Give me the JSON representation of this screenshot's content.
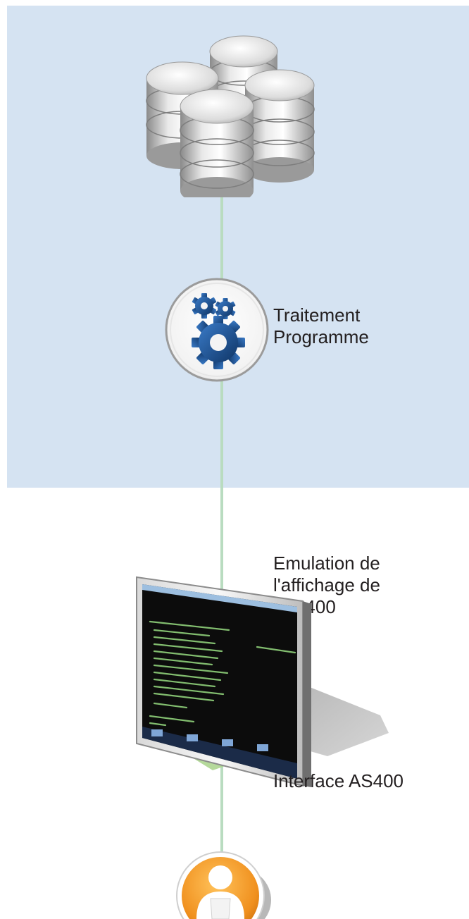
{
  "diagram": {
    "process_label_lines": [
      "Traitement",
      "Programme"
    ],
    "emulation_label_lines": [
      "Emulation de",
      "l'affichage de",
      "l'AS400"
    ],
    "interface_label": "Interface AS400"
  },
  "icons": {
    "database": "database-cylinders-icon",
    "process": "gears-icon",
    "display": "monitor-icon",
    "user": "user-icon"
  },
  "colors": {
    "band": "#d5e3f2",
    "connector": "#b9dcc0",
    "gear": "#1d4f8c",
    "user_badge": "#f0901e",
    "screen": "#0c0c0c",
    "screen_text": "#8fd17a"
  }
}
